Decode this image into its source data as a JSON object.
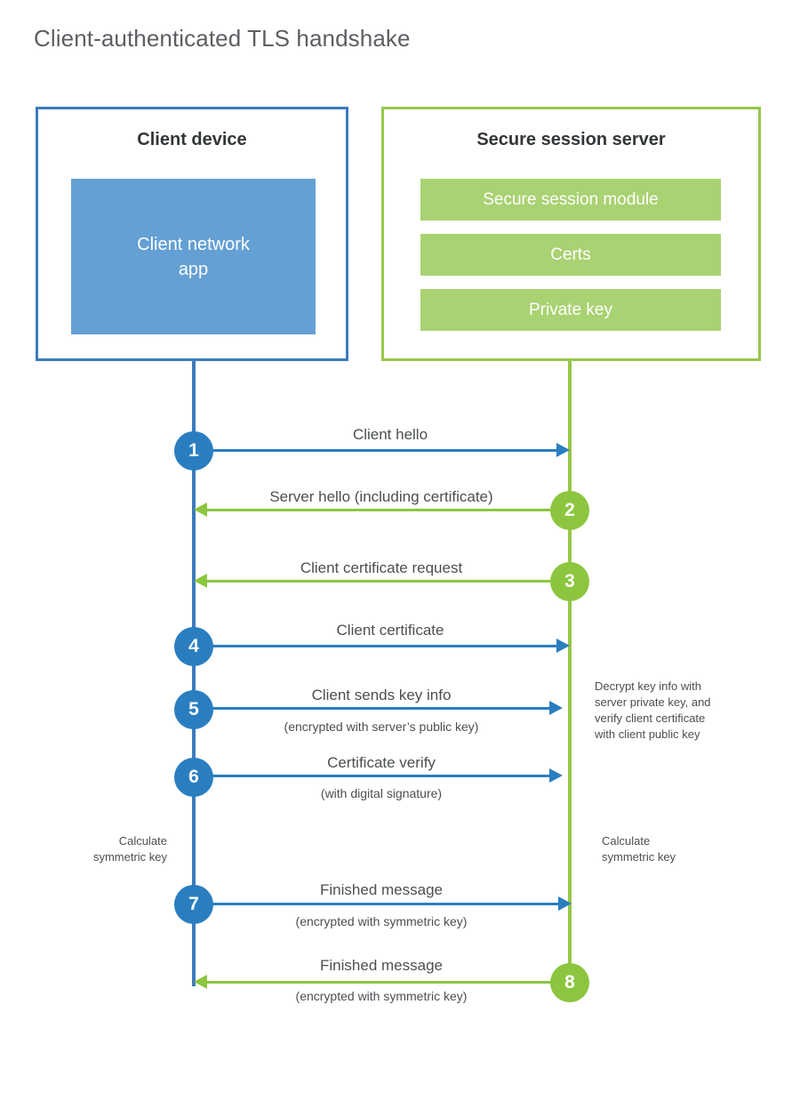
{
  "diagram": {
    "title": "Client-authenticated TLS handshake",
    "colors": {
      "client_border": "#3b7cbd",
      "client_fill": "#64a0d4",
      "client_accent": "#2a7ec0",
      "server_border": "#97c74a",
      "server_fill": "#a9d272",
      "server_accent": "#8cc63f",
      "text": "#4b4f52",
      "title_text": "#5b5f63",
      "background": "#ffffff"
    },
    "parties": {
      "client": {
        "title": "Client device",
        "app_label": "Client network\napp"
      },
      "server": {
        "title": "Secure session server",
        "components": [
          "Secure session module",
          "Certs",
          "Private key"
        ]
      }
    },
    "steps": [
      {
        "number": "1",
        "origin": "client",
        "direction": "right",
        "label": "Client hello",
        "sublabel": ""
      },
      {
        "number": "2",
        "origin": "server",
        "direction": "left",
        "label": "Server hello (including certificate)",
        "sublabel": ""
      },
      {
        "number": "3",
        "origin": "server",
        "direction": "left",
        "label": "Client certificate request",
        "sublabel": ""
      },
      {
        "number": "4",
        "origin": "client",
        "direction": "right",
        "label": "Client certificate",
        "sublabel": ""
      },
      {
        "number": "5",
        "origin": "client",
        "direction": "right",
        "label": "Client sends key info",
        "sublabel": "(encrypted with server’s public key)"
      },
      {
        "number": "6",
        "origin": "client",
        "direction": "right",
        "label": "Certificate verify",
        "sublabel": "(with digital signature)"
      },
      {
        "number": "7",
        "origin": "client",
        "direction": "right",
        "label": "Finished message",
        "sublabel": "(encrypted with symmetric key)"
      },
      {
        "number": "8",
        "origin": "server",
        "direction": "left",
        "label": "Finished message",
        "sublabel": "(encrypted with symmetric key)"
      }
    ],
    "notes": {
      "server_decrypt": "Decrypt key info with\nserver private key, and\nverify client certificate\nwith client public key",
      "client_calculate": "Calculate\nsymmetric key",
      "server_calculate": "Calculate\nsymmetric key"
    }
  }
}
